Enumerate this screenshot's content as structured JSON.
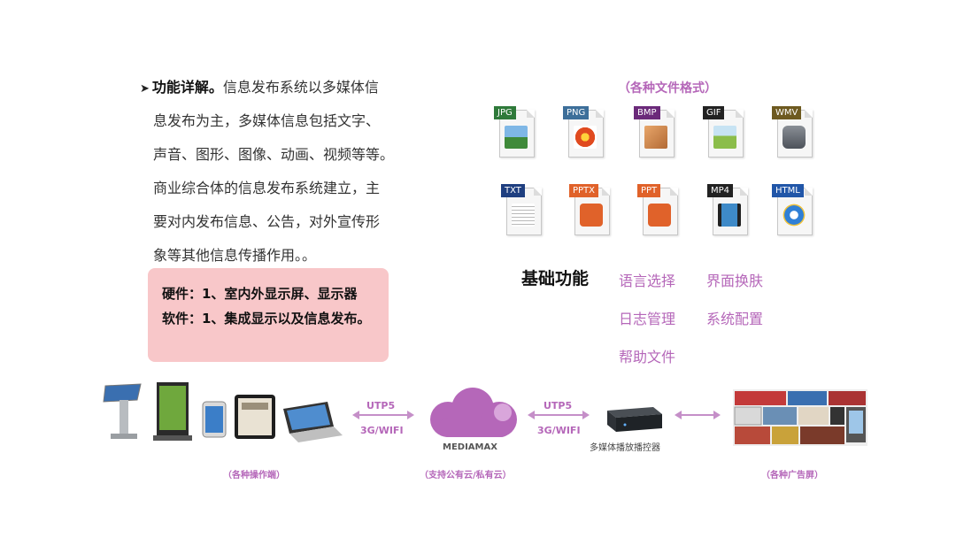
{
  "intro": {
    "bullet": "➤",
    "heading": "功能详解。",
    "lines": [
      "信息发布系统以多媒体信",
      "息发布为主，多媒体信息包括文字、",
      "声音、图形、图像、动画、视频等等。",
      "商业综合体的信息发布系统建立，主",
      "要对内发布信息、公告，对外宣传形",
      "象等其他信息传播作用。。"
    ]
  },
  "summary": {
    "hardware": "硬件：1、室内外显示屏、显示器",
    "software": "软件：1、集成显示以及信息发布。"
  },
  "formats": {
    "title": "（各种文件格式）",
    "items": [
      {
        "label": "JPG",
        "tag_color": "#2f7a3a"
      },
      {
        "label": "PNG",
        "tag_color": "#3d6f9a"
      },
      {
        "label": "BMP",
        "tag_color": "#6b2a7a"
      },
      {
        "label": "GIF",
        "tag_color": "#222222"
      },
      {
        "label": "WMV",
        "tag_color": "#6e5a20"
      },
      {
        "label": "TXT",
        "tag_color": "#1f3f80"
      },
      {
        "label": "PPTX",
        "tag_color": "#e0622a"
      },
      {
        "label": "PPT",
        "tag_color": "#e0622a"
      },
      {
        "label": "MP4",
        "tag_color": "#222222"
      },
      {
        "label": "HTML",
        "tag_color": "#2156a8"
      }
    ]
  },
  "functions": {
    "title": "基础功能",
    "items": [
      "语言选择",
      "界面换肤",
      "日志管理",
      "系统配置",
      "帮助文件"
    ]
  },
  "diagram": {
    "link_left": {
      "top": "UTP5",
      "bottom": "3G/WIFI"
    },
    "link_right": {
      "top": "UTP5",
      "bottom": "3G/WIFI"
    },
    "cloud_label": "MEDIAMAX",
    "player_label": "多媒体播放播控器",
    "caption_devices": "（各种操作端）",
    "caption_cloud": "（支持公有云/私有云）",
    "caption_screens": "（各种广告屏）",
    "accent": "#b567b9"
  }
}
